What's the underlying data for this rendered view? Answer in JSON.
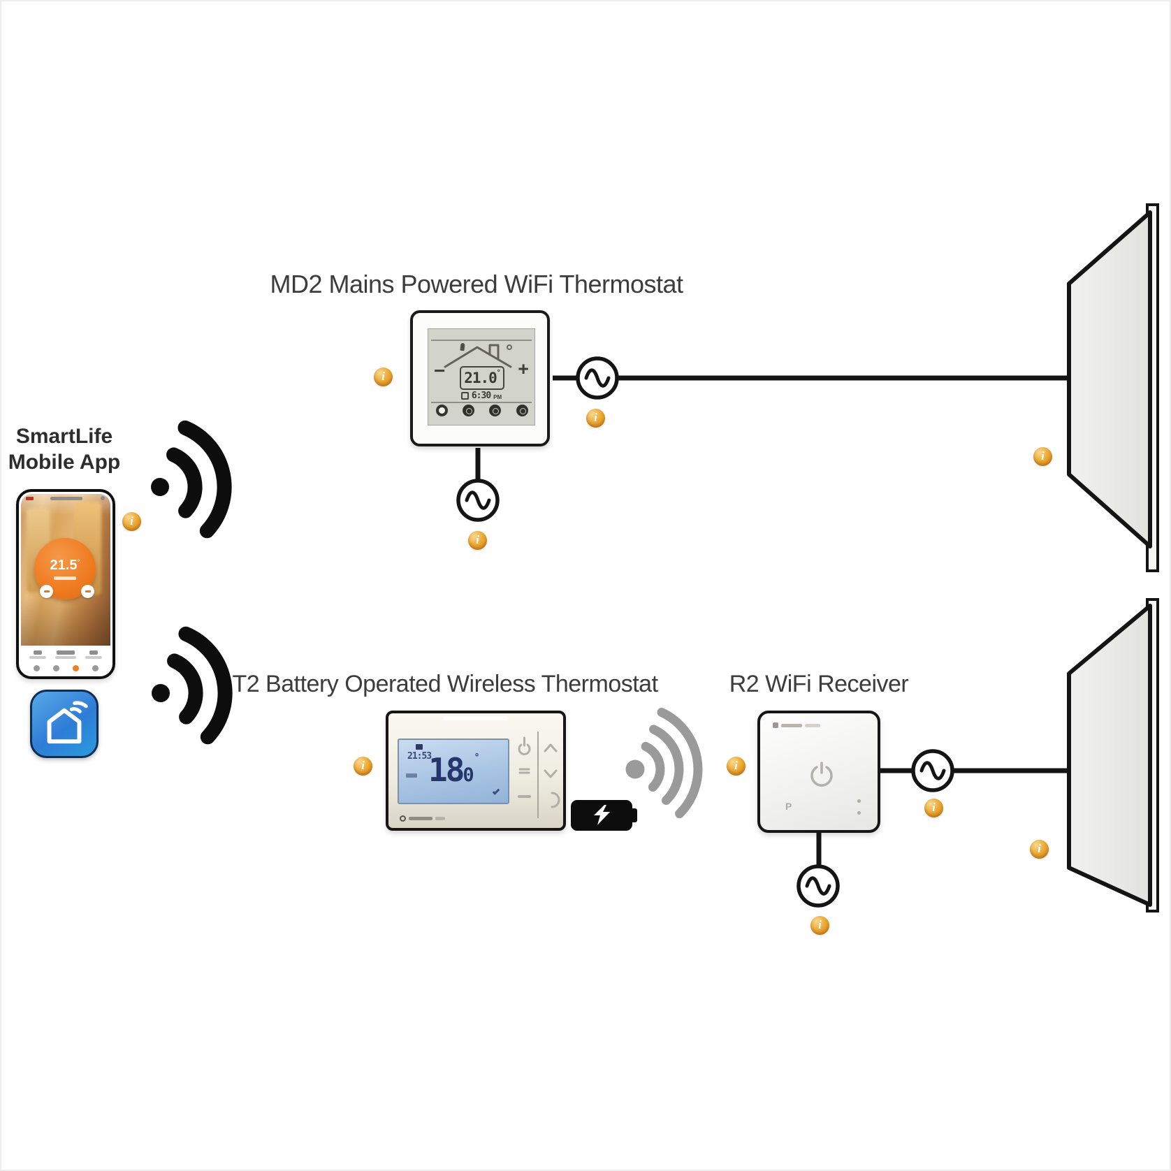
{
  "app": {
    "label_line1": "SmartLife",
    "label_line2": "Mobile App",
    "dial_temp": "21.5",
    "dial_unit": "°"
  },
  "md2": {
    "label": "MD2 Mains Powered WiFi Thermostat",
    "minus": "−",
    "plus": "+",
    "temp": "21.0",
    "unit": "°",
    "time": "6:30",
    "meridiem": "PM"
  },
  "t2": {
    "label": "T2 Battery Operated Wireless Thermostat",
    "time": "21:53",
    "temp_main": "18",
    "temp_decimal": "0",
    "unit": "°"
  },
  "r2": {
    "label": "R2 WiFi Receiver",
    "pair_button": "P"
  },
  "info": {
    "glyph": "i"
  },
  "colors": {
    "accent_orange": "#e8971e",
    "wire_black": "#141414",
    "panel_gray": "#e9e9e5",
    "lcd_blue": "#a9c5e4",
    "lcd_gray": "#d2d3cb",
    "app_blue": "#2f85d8",
    "wifi_gray": "#9a9a9a",
    "battery_black": "#0d0d0d"
  }
}
